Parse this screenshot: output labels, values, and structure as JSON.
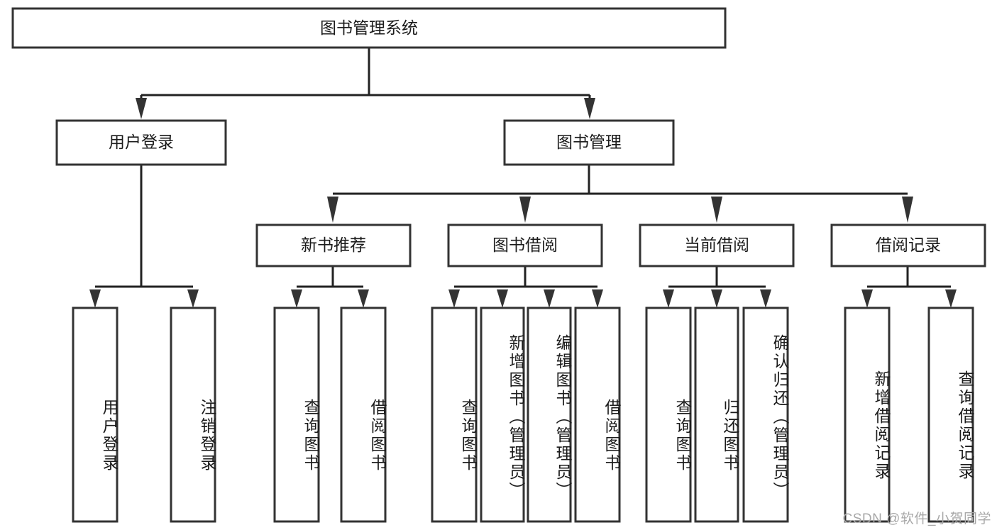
{
  "diagram": {
    "type": "tree-hierarchy",
    "title": "图书管理系统",
    "watermark": "CSDN @软件_小贺同学",
    "colors": {
      "box_stroke": "#333333",
      "box_fill": "#ffffff",
      "connector": "#222222",
      "text": "#1b1b1b",
      "watermark": "#a8a8a8",
      "background": "#ffffff"
    },
    "root": {
      "label": "图书管理系统"
    },
    "level2": [
      {
        "label": "用户登录"
      },
      {
        "label": "图书管理"
      }
    ],
    "level3": [
      {
        "label": "新书推荐"
      },
      {
        "label": "图书借阅"
      },
      {
        "label": "当前借阅"
      },
      {
        "label": "借阅记录"
      }
    ],
    "leaves": {
      "user_login": [
        {
          "label": "用户登录"
        },
        {
          "label": "注销登录"
        }
      ],
      "new_book_recommend": [
        {
          "label": "查询图书"
        },
        {
          "label": "借阅图书"
        }
      ],
      "book_borrow": [
        {
          "label": "查询图书"
        },
        {
          "label": "新增图书（管理员）"
        },
        {
          "label": "编辑图书（管理员）"
        },
        {
          "label": "借阅图书"
        }
      ],
      "current_borrow": [
        {
          "label": "查询图书"
        },
        {
          "label": "归还图书"
        },
        {
          "label": "确认归还（管理员）"
        }
      ],
      "borrow_record": [
        {
          "label": "新增借阅记录"
        },
        {
          "label": "查询借阅记录"
        }
      ]
    }
  }
}
